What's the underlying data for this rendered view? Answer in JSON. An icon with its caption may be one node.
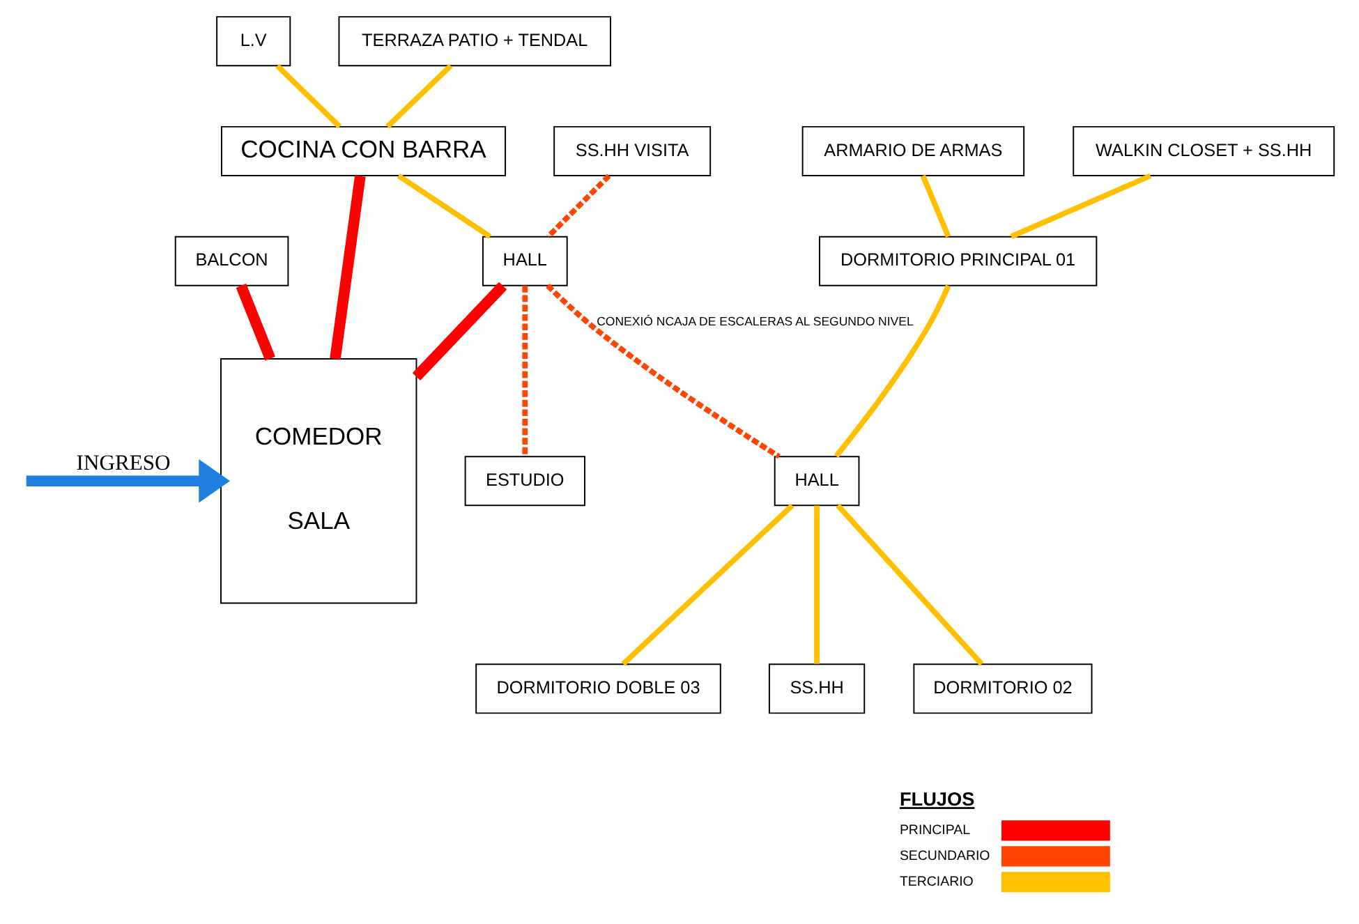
{
  "diagram": {
    "nodes": [
      {
        "text": [
          "L.V"
        ]
      },
      {
        "text": [
          "BALCON"
        ]
      },
      {
        "text": [
          "TERRAZA PATIO + TENDAL"
        ]
      },
      {
        "text": [
          "COCINA CON BARRA"
        ]
      },
      {
        "text": [
          "COMEDOR",
          "SALA"
        ]
      },
      {
        "text": [
          "SS.HH VISITA"
        ]
      },
      {
        "text": [
          "HALL"
        ]
      },
      {
        "text": [
          "ESTUDIO"
        ]
      },
      {
        "text": [
          "WALKIN CLOSET + SS.HH"
        ]
      },
      {
        "text": [
          "DORMITORIO PRINCIPAL 01"
        ]
      },
      {
        "text": [
          "ARMARIO DE ARMAS"
        ]
      },
      {
        "text": [
          "HALL"
        ]
      },
      {
        "text": [
          "DORMITORIO DOBLE 03"
        ]
      },
      {
        "text": [
          "SS.HH"
        ]
      },
      {
        "text": [
          "DORMITORIO 02"
        ]
      }
    ],
    "edges": [
      {
        "from": 0,
        "to": 3,
        "arrow": "none"
      },
      {
        "from": 1,
        "to": 4,
        "arrow": "none",
        "style": "thick",
        "color": "#ff0000"
      },
      {
        "from": 2,
        "to": 3,
        "arrow": "none"
      },
      {
        "from": 3,
        "to": 4,
        "arrow": "none",
        "style": "thick",
        "color": "#ff0000"
      },
      {
        "from": 3,
        "to": 6,
        "arrow": "none"
      },
      {
        "from": 5,
        "to": 6,
        "arrow": "none",
        "style": "dashed",
        "color": "#ff4500"
      },
      {
        "from": 6,
        "to": 4,
        "arrow": "none",
        "style": "thick",
        "color": "#ff0000"
      },
      {
        "from": 6,
        "to": 7,
        "arrow": "none",
        "style": "dashed",
        "color": "#ff4500"
      },
      {
        "from": 6,
        "to": 11,
        "arrow": "none",
        "style": "dashed",
        "color": "#ff4500",
        "label": "CONEXIÓ NCAJA DE ESCALERAS AL SEGUNDO NIVEL"
      },
      {
        "from": 8,
        "to": 9,
        "arrow": "none"
      },
      {
        "from": 10,
        "to": 9,
        "arrow": "none"
      },
      {
        "from": 9,
        "to": 11,
        "arrow": "none"
      },
      {
        "from": 11,
        "to": 12,
        "arrow": "none"
      },
      {
        "from": 11,
        "to": 13,
        "arrow": "none"
      },
      {
        "from": 11,
        "to": 14,
        "arrow": "none"
      },
      {
        "from": null,
        "to": 4,
        "arrow": "to",
        "style": "thick",
        "color": "#1e7fe0",
        "label": "INGRESO"
      }
    ],
    "labels": [
      "FLUJOS"
    ],
    "legend": [
      {
        "text": "PRINCIPAL",
        "color": "#ff0000"
      },
      {
        "text": "SECUNDARIO",
        "color": "#ff4500"
      },
      {
        "text": "TERCIARIO",
        "color": "#ffc000"
      }
    ]
  }
}
